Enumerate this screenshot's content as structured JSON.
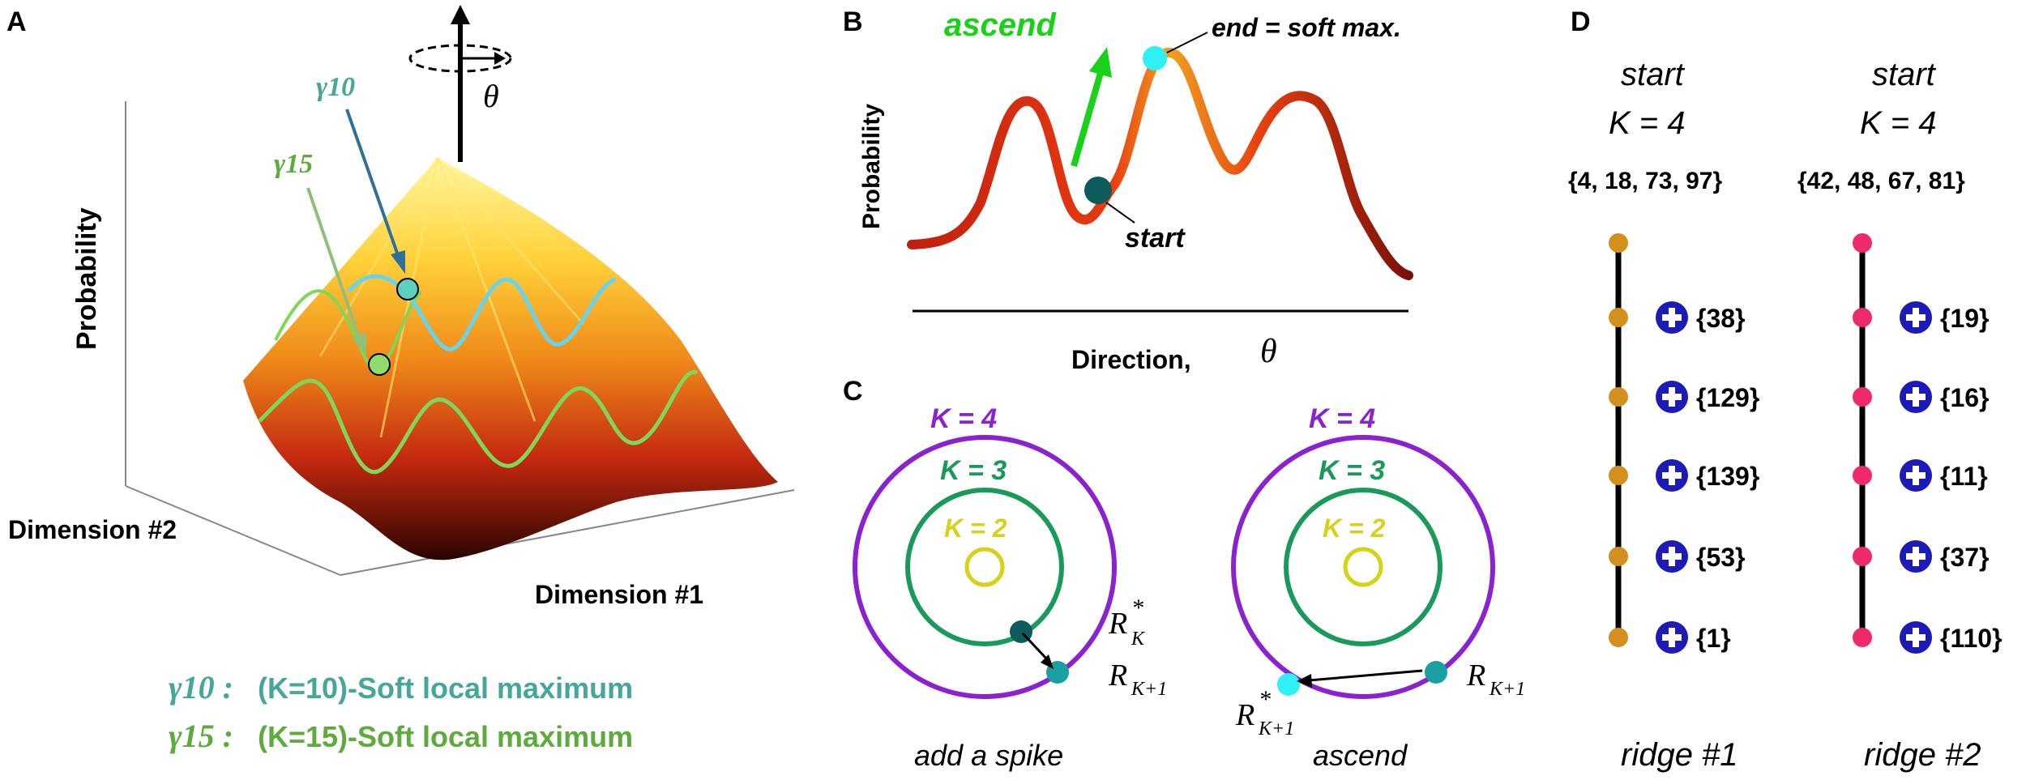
{
  "panels": {
    "a": "A",
    "b": "B",
    "c": "C",
    "d": "D"
  },
  "panel_a": {
    "ylabel": "Probability",
    "dim2": "Dimension #2",
    "dim1": "Dimension #1",
    "theta": "θ",
    "gamma10": "γ10",
    "gamma15": "γ15",
    "legend": [
      {
        "symbol": "γ10 :",
        "text": "(K=10)-Soft local maximum",
        "color": "#45a69a"
      },
      {
        "symbol": "γ15 :",
        "text": "(K=15)-Soft local maximum",
        "color": "#5cab3c"
      }
    ]
  },
  "panel_b": {
    "ascend": "ascend",
    "end": "end = soft max.",
    "start": "start",
    "ylabel": "Probability",
    "xlabel": "Direction,",
    "theta": "θ"
  },
  "panel_c": {
    "left": {
      "k4": "K = 4",
      "k3": "K = 3",
      "k2": "K = 2",
      "rk": "R",
      "rk_sub": "K",
      "rk_sup": "*",
      "rk1": "R",
      "rk1_sub": "K+1",
      "caption": "add a spike"
    },
    "right": {
      "k4": "K = 4",
      "k3": "K = 3",
      "k2": "K = 2",
      "rk1star": "R",
      "rk1star_sub": "K+1",
      "rk1star_sup": "*",
      "rk1": "R",
      "rk1_sub": "K+1",
      "caption": "ascend"
    }
  },
  "panel_d": {
    "ridges": [
      {
        "start": "start",
        "k": "K = 4",
        "set": "{4, 18, 73, 97}",
        "adds": [
          "{38}",
          "{129}",
          "{139}",
          "{53}",
          "{1}"
        ],
        "label": "ridge #1",
        "color": "#d4901c"
      },
      {
        "start": "start",
        "k": "K = 4",
        "set": "{42, 48, 67, 81}",
        "adds": [
          "{19}",
          "{16}",
          "{11}",
          "{37}",
          "{110}"
        ],
        "label": "ridge #2",
        "color": "#ee2a6b"
      }
    ],
    "plus_color": "#1c1ab8"
  }
}
